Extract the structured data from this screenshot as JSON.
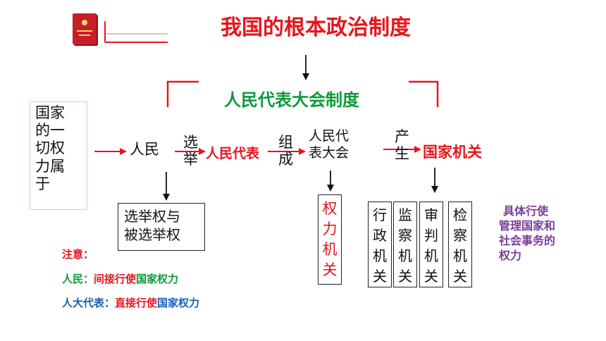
{
  "title": "我国的根本政治制度",
  "system": "人民代表大会制度",
  "left_box": "国家的一切权力属于",
  "people": "人民",
  "elect_verb": "选举",
  "deputies": "人民代表",
  "form_verb": "组成",
  "npc": "人民代表大会",
  "produce_verb": "产生",
  "state_organs": "国家机关",
  "rights_box": [
    "选举权与",
    "被选举权"
  ],
  "power_organs": "权力机关",
  "organs": [
    "行政机关",
    "监察机关",
    "审判机关",
    "检察机关"
  ],
  "manage_note": [
    "具体行使",
    "管理国家和",
    "社会事务的",
    "权力"
  ],
  "notes": {
    "heading": "注意：",
    "people_label": "人民：",
    "people_mid": "间接行使",
    "people_end": "国家权力",
    "deputy_label": "人大代表：",
    "deputy_mid": "直接行使",
    "deputy_end": "国家权力"
  },
  "colors": {
    "red": "#e8141b",
    "green": "#0b9a3a",
    "blue": "#1660b4",
    "purple": "#7a3d9a",
    "left_box_border": "#f0c9a6",
    "book": "#c81e28"
  },
  "icons": [
    "constitution-book-icon"
  ]
}
